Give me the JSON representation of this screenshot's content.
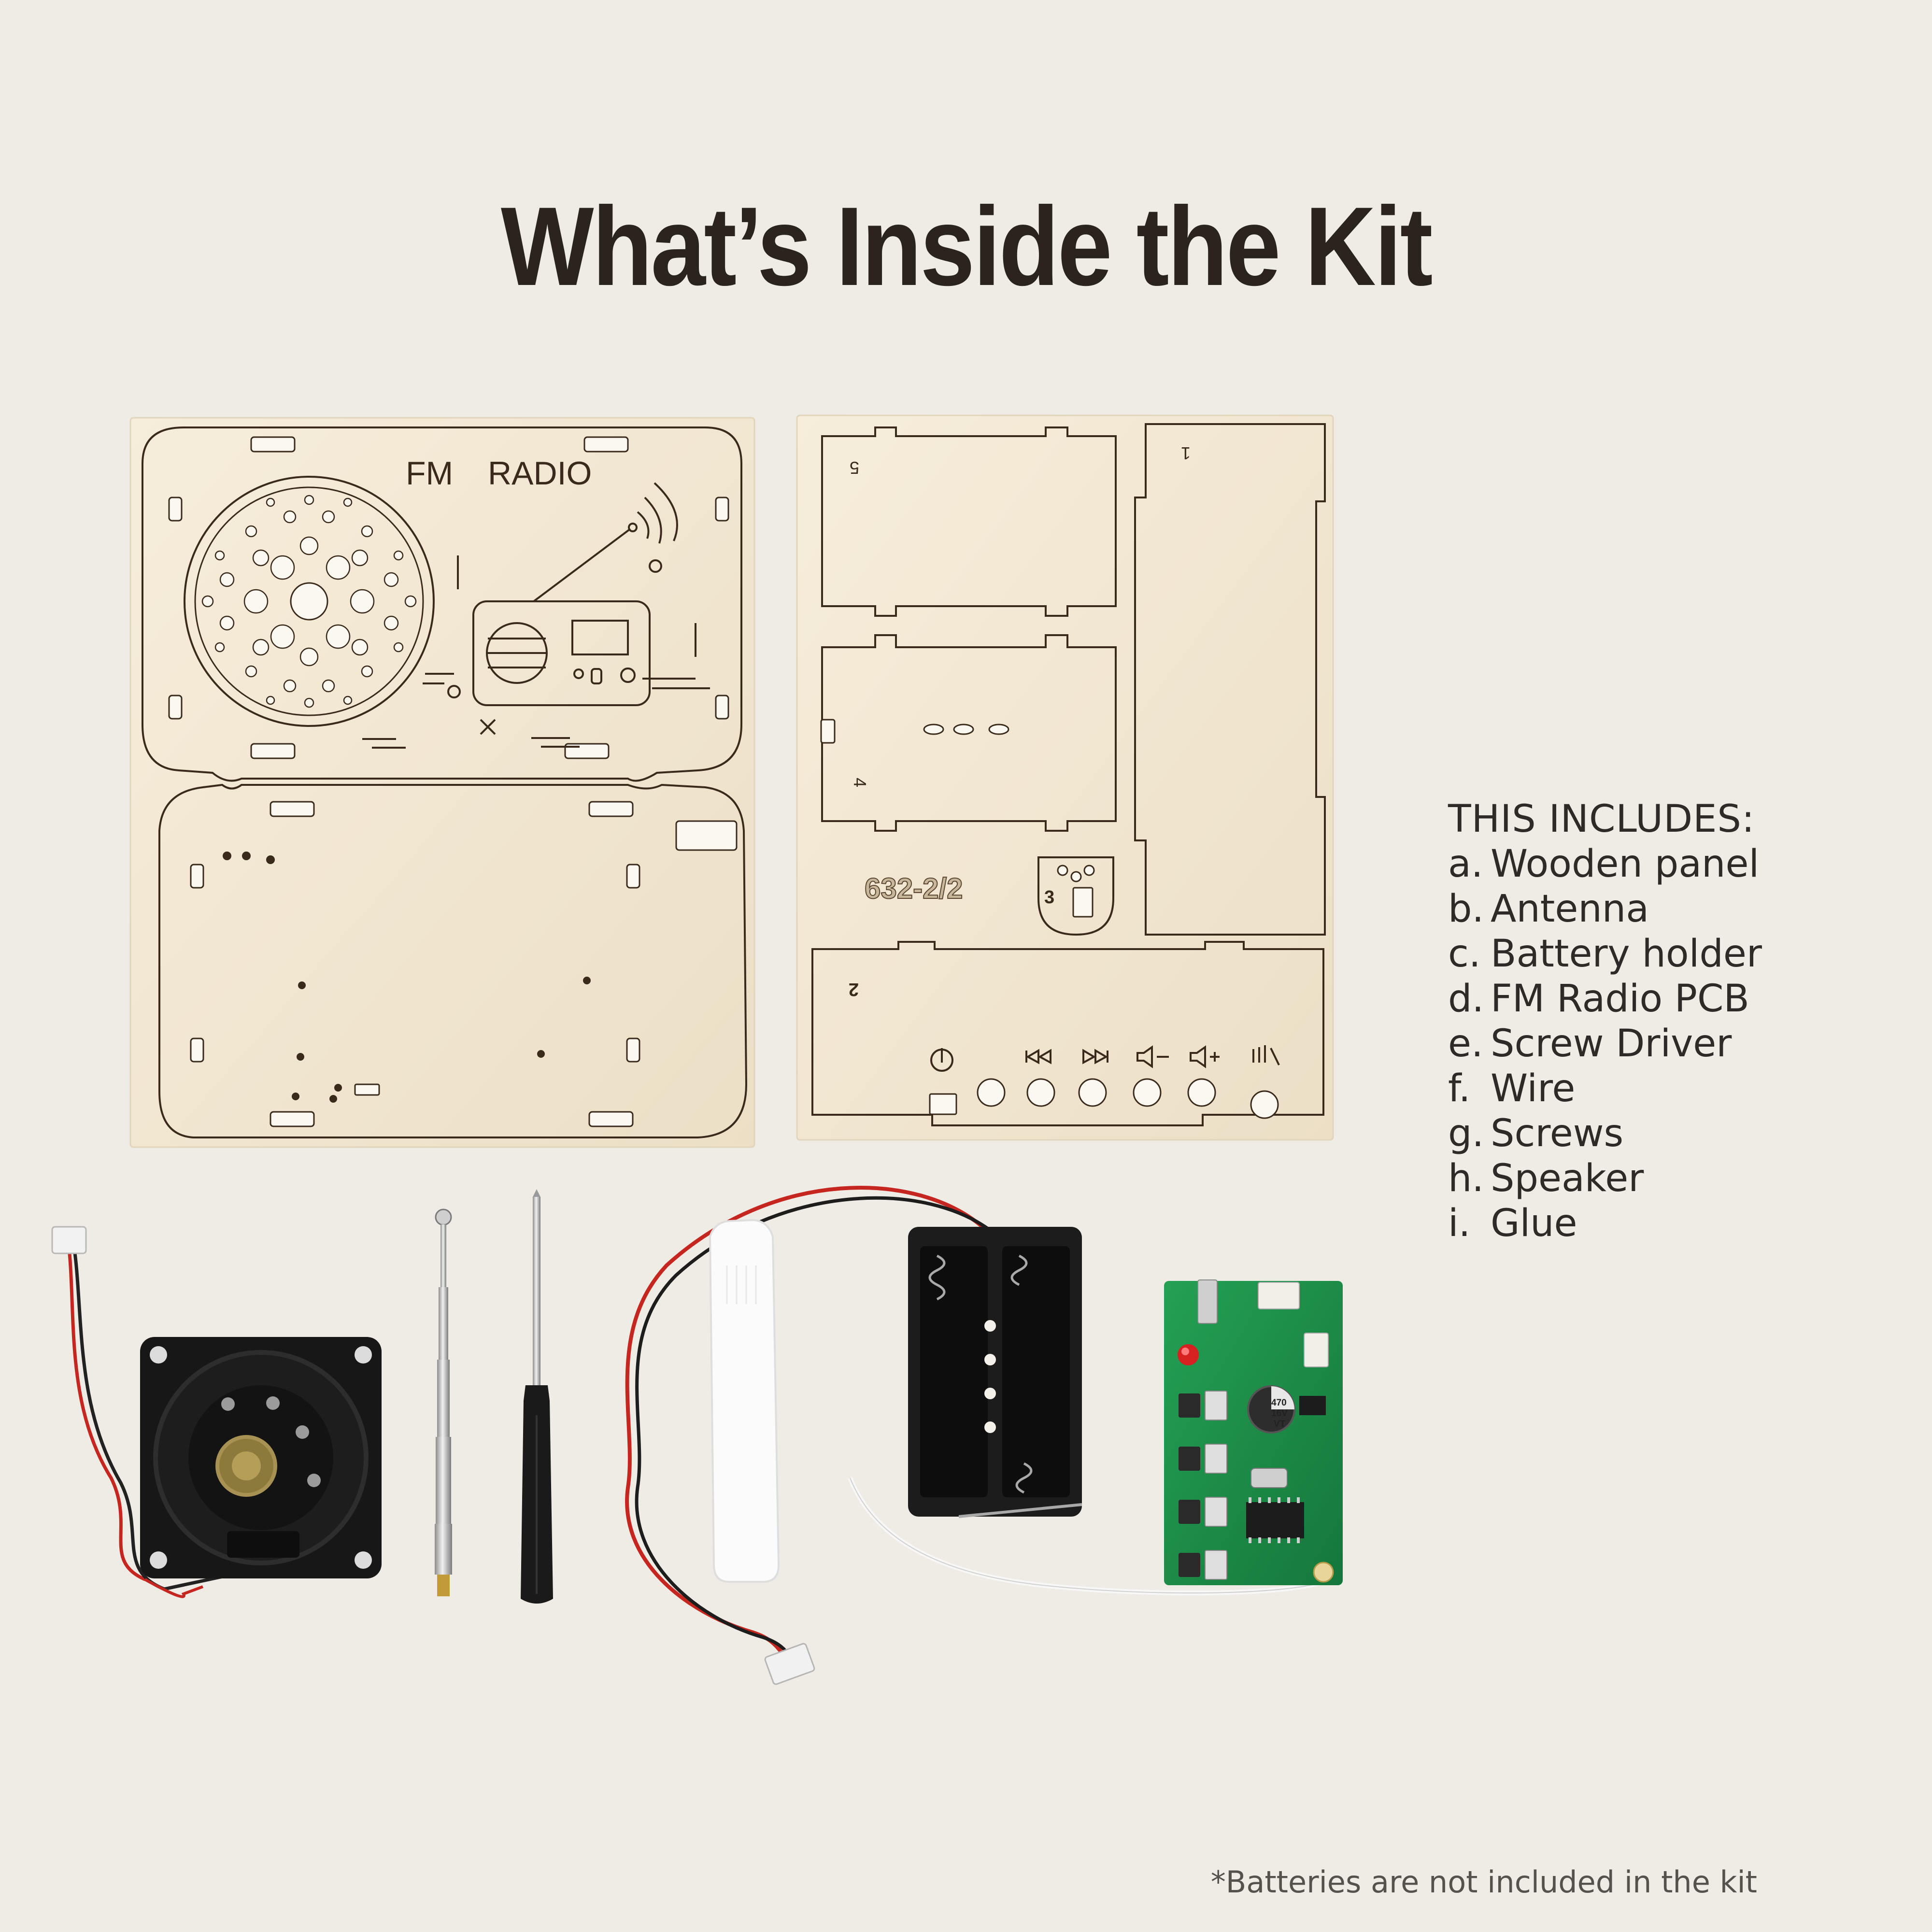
{
  "header": {
    "title": "What’s Inside the Kit"
  },
  "panel_a": {
    "label_fm": "FM",
    "label_radio": "RADIO"
  },
  "panel_b": {
    "part_5": "5",
    "part_1": "1",
    "part_4": "4",
    "part_code": "632-2/2",
    "part_3": "3",
    "part_2": "2"
  },
  "pcb": {
    "cap_line1": "470",
    "cap_line2": "16V",
    "cap_line3": "VT"
  },
  "includes": {
    "heading": "THIS INCLUDES:",
    "items": [
      {
        "letter": "a.",
        "label": "Wooden panel"
      },
      {
        "letter": "b.",
        "label": "Antenna"
      },
      {
        "letter": "c.",
        "label": "Battery holder"
      },
      {
        "letter": "d.",
        "label": "FM Radio PCB"
      },
      {
        "letter": "e.",
        "label": "Screw Driver"
      },
      {
        "letter": "f.",
        "label": "Wire"
      },
      {
        "letter": "g.",
        "label": "Screws"
      },
      {
        "letter": "h.",
        "label": "Speaker"
      },
      {
        "letter": "i.",
        "label": "Glue"
      }
    ]
  },
  "footnote": "*Batteries are not included in the kit",
  "colors": {
    "background": "#efece6",
    "wood": "#f2e7d2",
    "etch": "#3a2a1c",
    "pcb": "#1f8f4a",
    "plastic": "#1d1d1d"
  }
}
